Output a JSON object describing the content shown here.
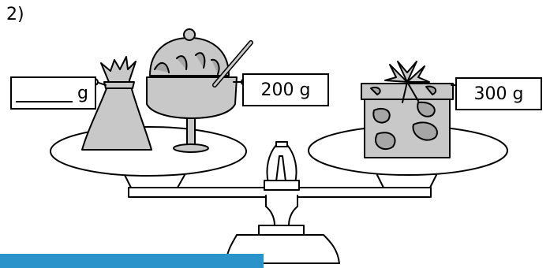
{
  "problem_number": "2)",
  "tags": {
    "left_unit": "g",
    "middle": "200 g",
    "right": "300 g"
  },
  "colors": {
    "item_fill": "#c8c8c8",
    "spot_fill": "#a6a6a6",
    "outline": "#000000",
    "footer_bar": "#2a93c9"
  }
}
